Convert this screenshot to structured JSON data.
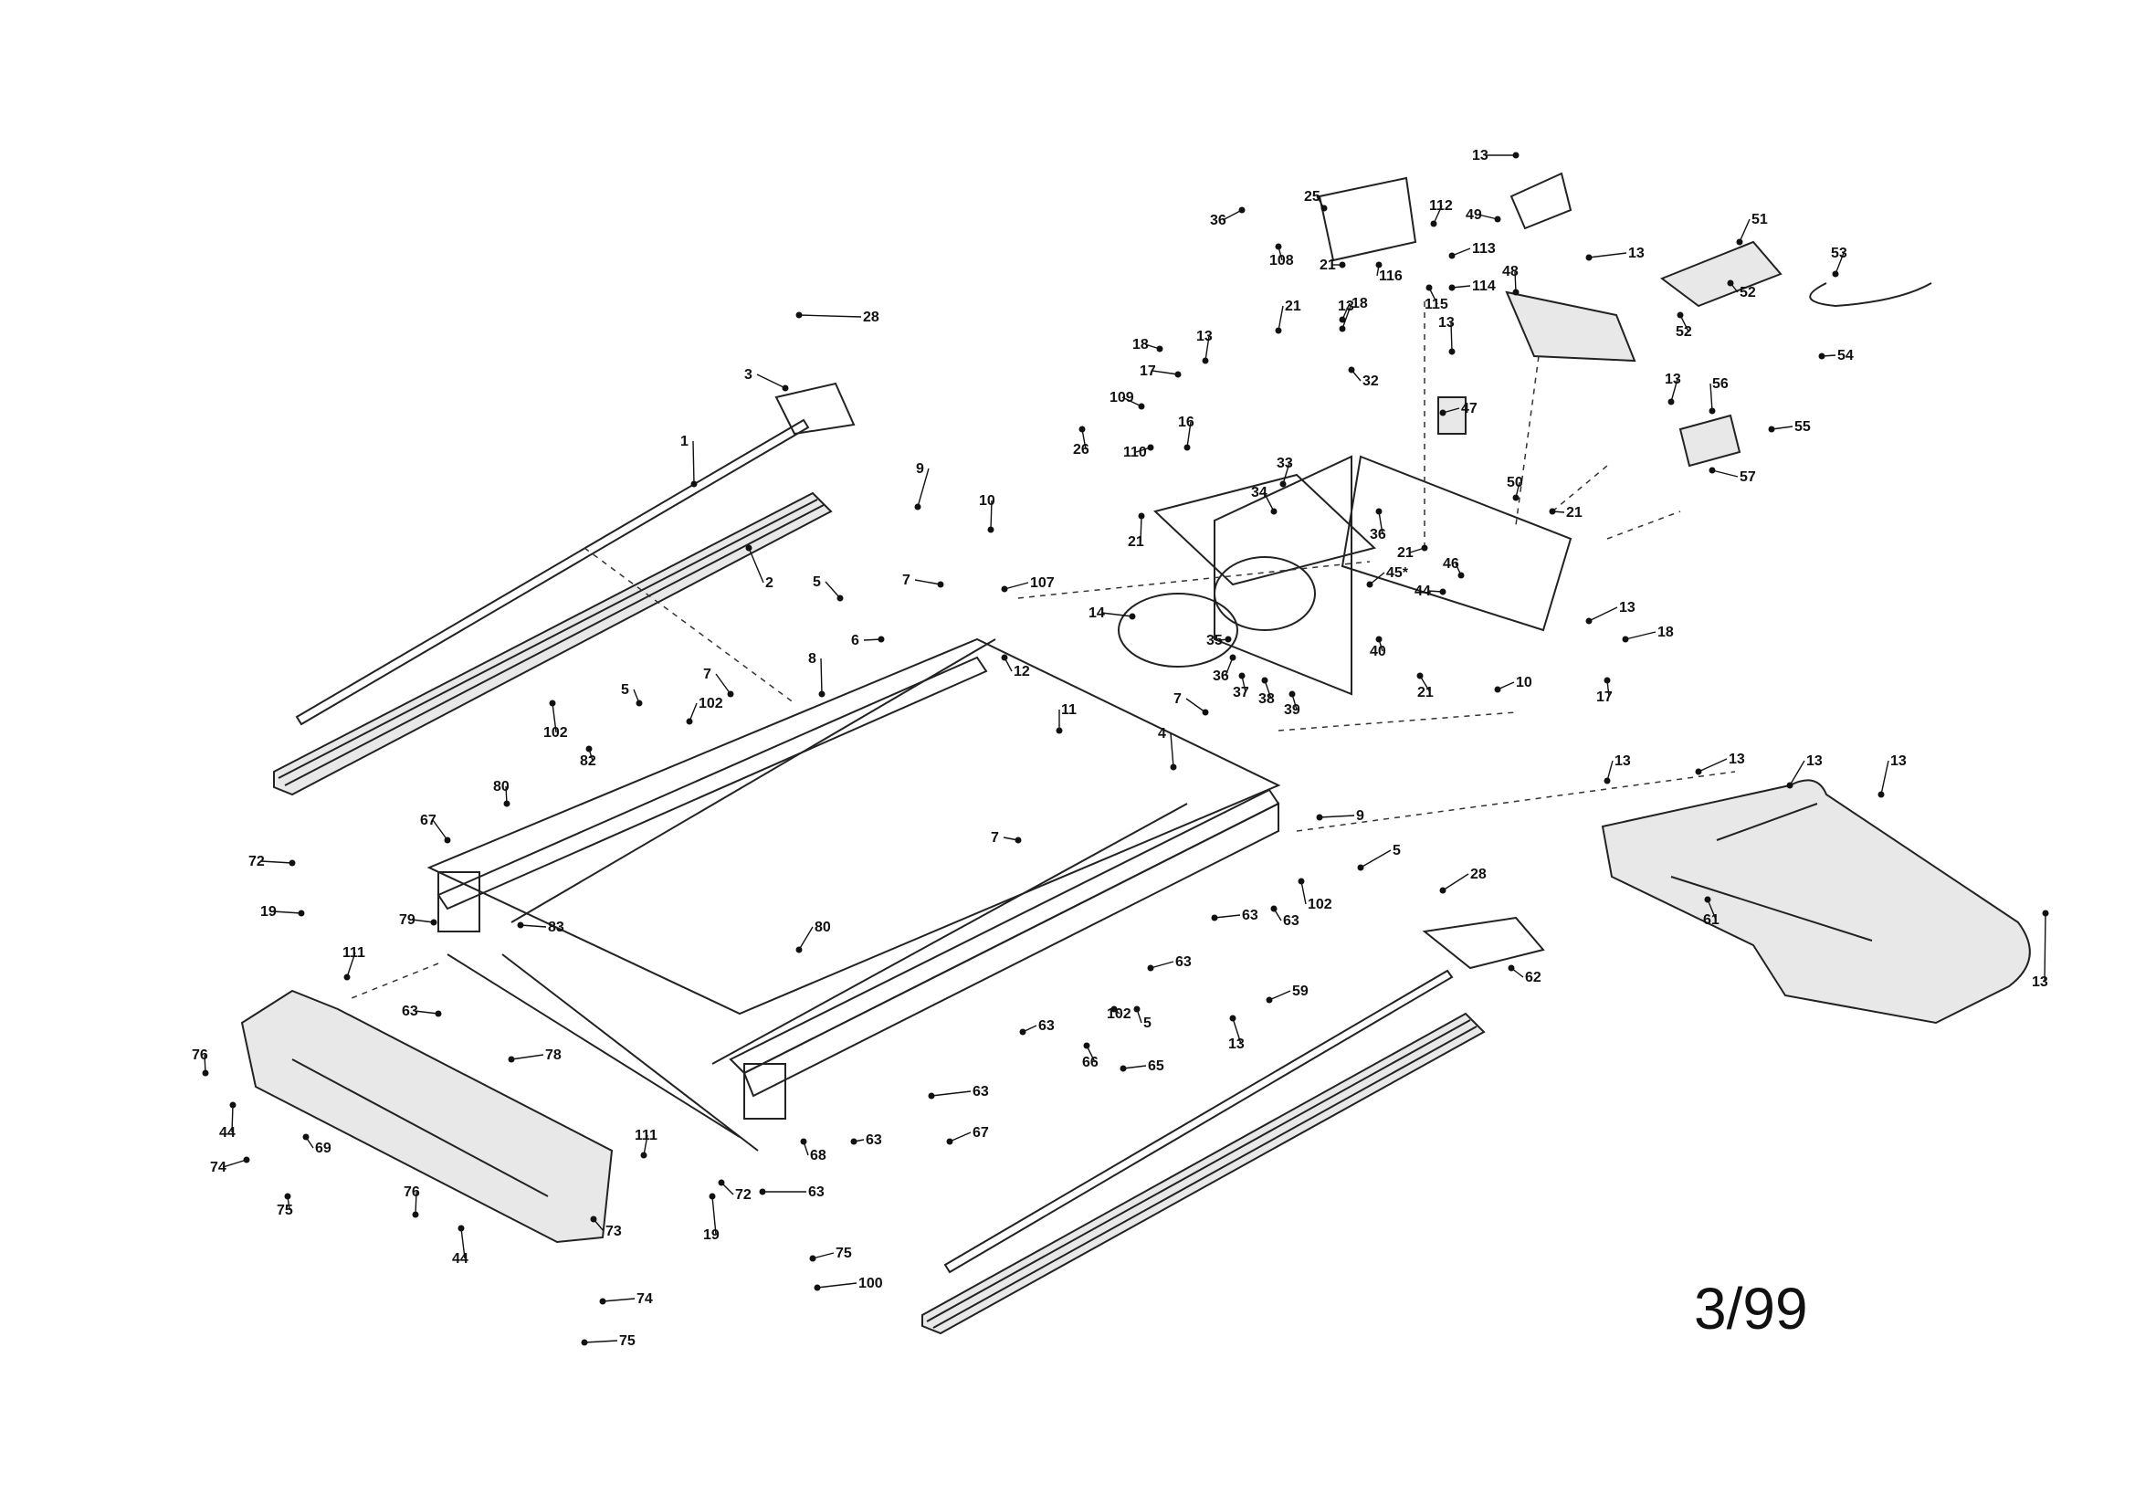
{
  "diagram": {
    "date_code": "3/99",
    "callouts": [
      {
        "id": "c1",
        "text": "1"
      },
      {
        "id": "c2",
        "text": "2"
      },
      {
        "id": "c3",
        "text": "3"
      },
      {
        "id": "c28a",
        "text": "28"
      },
      {
        "id": "c4",
        "text": "4"
      },
      {
        "id": "c5a",
        "text": "5"
      },
      {
        "id": "c5b",
        "text": "5"
      },
      {
        "id": "c5c",
        "text": "5"
      },
      {
        "id": "c5d",
        "text": "5"
      },
      {
        "id": "c6",
        "text": "6"
      },
      {
        "id": "c7a",
        "text": "7"
      },
      {
        "id": "c7b",
        "text": "7"
      },
      {
        "id": "c7c",
        "text": "7"
      },
      {
        "id": "c7d",
        "text": "7"
      },
      {
        "id": "c8",
        "text": "8"
      },
      {
        "id": "c9a",
        "text": "9"
      },
      {
        "id": "c9b",
        "text": "9"
      },
      {
        "id": "c10a",
        "text": "10"
      },
      {
        "id": "c10b",
        "text": "10"
      },
      {
        "id": "c11",
        "text": "11"
      },
      {
        "id": "c12",
        "text": "12"
      },
      {
        "id": "c13a",
        "text": "13"
      },
      {
        "id": "c13b",
        "text": "13"
      },
      {
        "id": "c13c",
        "text": "13"
      },
      {
        "id": "c13d",
        "text": "13"
      },
      {
        "id": "c13e",
        "text": "13"
      },
      {
        "id": "c13f",
        "text": "13"
      },
      {
        "id": "c13g",
        "text": "13"
      },
      {
        "id": "c13h",
        "text": "13"
      },
      {
        "id": "c13i",
        "text": "13"
      },
      {
        "id": "c13j",
        "text": "13"
      },
      {
        "id": "c13k",
        "text": "13"
      },
      {
        "id": "c13l",
        "text": "13"
      },
      {
        "id": "c13m",
        "text": "13"
      },
      {
        "id": "c14",
        "text": "14"
      },
      {
        "id": "c16",
        "text": "16"
      },
      {
        "id": "c17a",
        "text": "17"
      },
      {
        "id": "c17b",
        "text": "17"
      },
      {
        "id": "c18a",
        "text": "18"
      },
      {
        "id": "c18b",
        "text": "18"
      },
      {
        "id": "c18c",
        "text": "18"
      },
      {
        "id": "c19a",
        "text": "19"
      },
      {
        "id": "c19b",
        "text": "19"
      },
      {
        "id": "c21a",
        "text": "21"
      },
      {
        "id": "c21b",
        "text": "21"
      },
      {
        "id": "c21c",
        "text": "21"
      },
      {
        "id": "c21d",
        "text": "21"
      },
      {
        "id": "c21e",
        "text": "21"
      },
      {
        "id": "c21f",
        "text": "21"
      },
      {
        "id": "c25",
        "text": "25"
      },
      {
        "id": "c26",
        "text": "26"
      },
      {
        "id": "c28b",
        "text": "28"
      },
      {
        "id": "c32",
        "text": "32"
      },
      {
        "id": "c33",
        "text": "33"
      },
      {
        "id": "c34",
        "text": "34"
      },
      {
        "id": "c35",
        "text": "35"
      },
      {
        "id": "c36a",
        "text": "36"
      },
      {
        "id": "c36b",
        "text": "36"
      },
      {
        "id": "c36c",
        "text": "36"
      },
      {
        "id": "c37",
        "text": "37"
      },
      {
        "id": "c38",
        "text": "38"
      },
      {
        "id": "c39",
        "text": "39"
      },
      {
        "id": "c40",
        "text": "40"
      },
      {
        "id": "c44a",
        "text": "44"
      },
      {
        "id": "c44b",
        "text": "44"
      },
      {
        "id": "c44c",
        "text": "44"
      },
      {
        "id": "c45",
        "text": "45*"
      },
      {
        "id": "c46",
        "text": "46"
      },
      {
        "id": "c47",
        "text": "47"
      },
      {
        "id": "c48",
        "text": "48"
      },
      {
        "id": "c49",
        "text": "49"
      },
      {
        "id": "c50",
        "text": "50"
      },
      {
        "id": "c51",
        "text": "51"
      },
      {
        "id": "c52a",
        "text": "52"
      },
      {
        "id": "c52b",
        "text": "52"
      },
      {
        "id": "c53",
        "text": "53"
      },
      {
        "id": "c54",
        "text": "54"
      },
      {
        "id": "c55",
        "text": "55"
      },
      {
        "id": "c56",
        "text": "56"
      },
      {
        "id": "c57",
        "text": "57"
      },
      {
        "id": "c59",
        "text": "59"
      },
      {
        "id": "c61",
        "text": "61"
      },
      {
        "id": "c62",
        "text": "62"
      },
      {
        "id": "c63a",
        "text": "63"
      },
      {
        "id": "c63b",
        "text": "63"
      },
      {
        "id": "c63c",
        "text": "63"
      },
      {
        "id": "c63d",
        "text": "63"
      },
      {
        "id": "c63e",
        "text": "63"
      },
      {
        "id": "c63f",
        "text": "63"
      },
      {
        "id": "c63g",
        "text": "63"
      },
      {
        "id": "c63h",
        "text": "63"
      },
      {
        "id": "c65",
        "text": "65"
      },
      {
        "id": "c66",
        "text": "66"
      },
      {
        "id": "c67a",
        "text": "67"
      },
      {
        "id": "c67b",
        "text": "67"
      },
      {
        "id": "c68",
        "text": "68"
      },
      {
        "id": "c69",
        "text": "69"
      },
      {
        "id": "c72a",
        "text": "72"
      },
      {
        "id": "c72b",
        "text": "72"
      },
      {
        "id": "c73",
        "text": "73"
      },
      {
        "id": "c74a",
        "text": "74"
      },
      {
        "id": "c74b",
        "text": "74"
      },
      {
        "id": "c75a",
        "text": "75"
      },
      {
        "id": "c75b",
        "text": "75"
      },
      {
        "id": "c75c",
        "text": "75"
      },
      {
        "id": "c76a",
        "text": "76"
      },
      {
        "id": "c76b",
        "text": "76"
      },
      {
        "id": "c78",
        "text": "78"
      },
      {
        "id": "c79",
        "text": "79"
      },
      {
        "id": "c80a",
        "text": "80"
      },
      {
        "id": "c80b",
        "text": "80"
      },
      {
        "id": "c82",
        "text": "82"
      },
      {
        "id": "c83",
        "text": "83"
      },
      {
        "id": "c100",
        "text": "100"
      },
      {
        "id": "c102a",
        "text": "102"
      },
      {
        "id": "c102b",
        "text": "102"
      },
      {
        "id": "c102c",
        "text": "102"
      },
      {
        "id": "c102d",
        "text": "102"
      },
      {
        "id": "c107",
        "text": "107"
      },
      {
        "id": "c108",
        "text": "108"
      },
      {
        "id": "c109",
        "text": "109"
      },
      {
        "id": "c110",
        "text": "110"
      },
      {
        "id": "c111a",
        "text": "111"
      },
      {
        "id": "c111b",
        "text": "111"
      },
      {
        "id": "c112",
        "text": "112"
      },
      {
        "id": "c113",
        "text": "113"
      },
      {
        "id": "c114",
        "text": "114"
      },
      {
        "id": "c115",
        "text": "115"
      },
      {
        "id": "c116",
        "text": "116"
      }
    ]
  }
}
